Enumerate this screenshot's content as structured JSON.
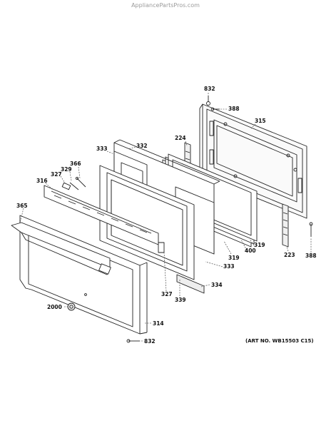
{
  "watermark": "AppliancePartsPros.com",
  "art_number": "(ART NO. WB15503 C15)",
  "parts": [
    {
      "label": "832"
    },
    {
      "label": "388"
    },
    {
      "label": "315"
    },
    {
      "label": "224"
    },
    {
      "label": "332"
    },
    {
      "label": "333"
    },
    {
      "label": "366"
    },
    {
      "label": "329"
    },
    {
      "label": "327"
    },
    {
      "label": "316"
    },
    {
      "label": "365"
    },
    {
      "label": "319"
    },
    {
      "label": "400"
    },
    {
      "label": "319"
    },
    {
      "label": "223"
    },
    {
      "label": "388"
    },
    {
      "label": "333"
    },
    {
      "label": "327"
    },
    {
      "label": "339"
    },
    {
      "label": "334"
    },
    {
      "label": "2000"
    },
    {
      "label": "314"
    },
    {
      "label": "832"
    }
  ]
}
